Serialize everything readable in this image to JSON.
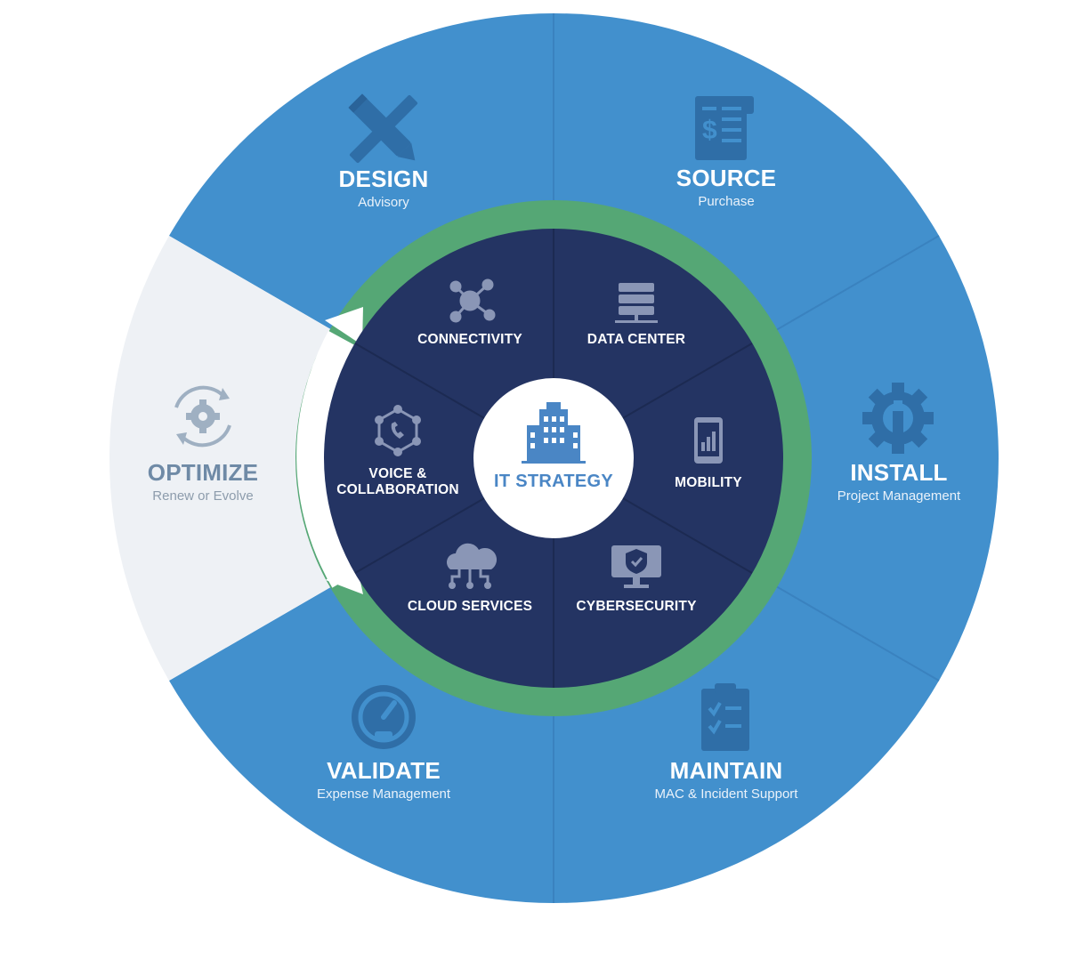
{
  "colors": {
    "outer_blue": "#4290cd",
    "outer_divider": "#3a82bf",
    "optimize_bg": "#eef1f5",
    "inner_navy": "#243463",
    "ring_green": "#55a775",
    "icon_blue_dark": "#2f6ea7",
    "icon_gray": "#9fb0c2",
    "inner_icon": "#8a96b6",
    "center_icon": "#4a86c5",
    "optimize_title": "#6f8aa6",
    "optimize_sub": "#8d9cac",
    "white": "#ffffff"
  },
  "outer_segments": [
    {
      "id": "design",
      "title": "DESIGN",
      "subtitle": "Advisory",
      "icon": "pencil-ruler-icon"
    },
    {
      "id": "source",
      "title": "SOURCE",
      "subtitle": "Purchase",
      "icon": "invoice-icon"
    },
    {
      "id": "install",
      "title": "INSTALL",
      "subtitle": "Project Management",
      "icon": "gear-wrench-icon"
    },
    {
      "id": "maintain",
      "title": "MAINTAIN",
      "subtitle": "MAC & Incident Support",
      "icon": "clipboard-checklist-icon"
    },
    {
      "id": "validate",
      "title": "VALIDATE",
      "subtitle": "Expense Management",
      "icon": "speedometer-icon"
    },
    {
      "id": "optimize",
      "title": "OPTIMIZE",
      "subtitle": "Renew or Evolve",
      "icon": "gear-cycle-icon"
    }
  ],
  "inner_segments": [
    {
      "id": "connectivity",
      "title": "CONNECTIVITY",
      "icon": "network-nodes-icon"
    },
    {
      "id": "data-center",
      "title": "DATA CENTER",
      "icon": "server-rack-icon"
    },
    {
      "id": "mobility",
      "title": "MOBILITY",
      "icon": "mobile-phone-icon"
    },
    {
      "id": "cybersecurity",
      "title": "CYBERSECURITY",
      "icon": "shield-monitor-icon"
    },
    {
      "id": "cloud-services",
      "title": "CLOUD SERVICES",
      "icon": "cloud-network-icon"
    },
    {
      "id": "voice",
      "title_line1": "VOICE &",
      "title_line2": "COLLABORATION",
      "icon": "phone-network-icon"
    }
  ],
  "center": {
    "title": "IT STRATEGY",
    "icon": "office-building-icon"
  }
}
